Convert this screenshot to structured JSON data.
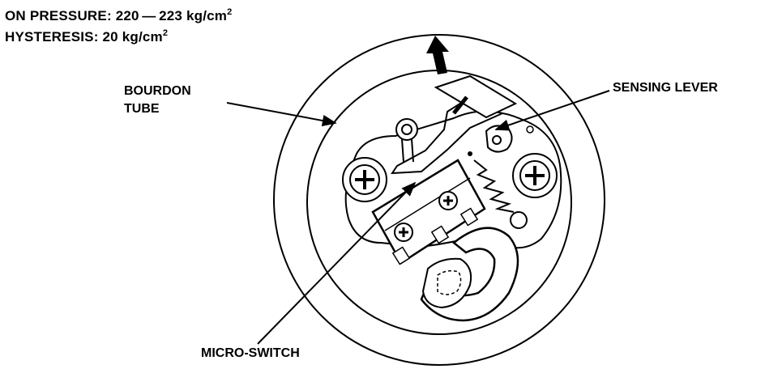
{
  "specs": {
    "on_pressure_prefix": "ON PRESSURE: 220 — 223 kg/cm",
    "on_pressure_exp": "2",
    "hysteresis_prefix": "HYSTERESIS: 20 kg/cm",
    "hysteresis_exp": "2"
  },
  "labels": {
    "bourdon_line1": "BOURDON",
    "bourdon_line2": "TUBE",
    "sensing_lever": "SENSING LEVER",
    "micro_switch": "MICRO-SWITCH"
  }
}
